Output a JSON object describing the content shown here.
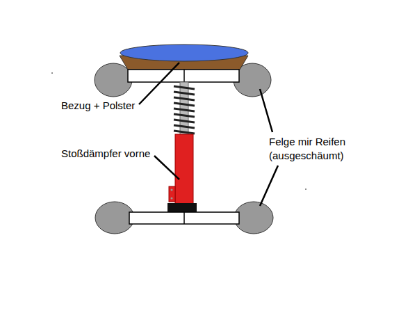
{
  "diagram": {
    "labels": [
      "Bezug + Polster",
      "Stoßdämpfer vorne",
      "Felge mir Reifen (ausgeschäumt)"
    ]
  }
}
